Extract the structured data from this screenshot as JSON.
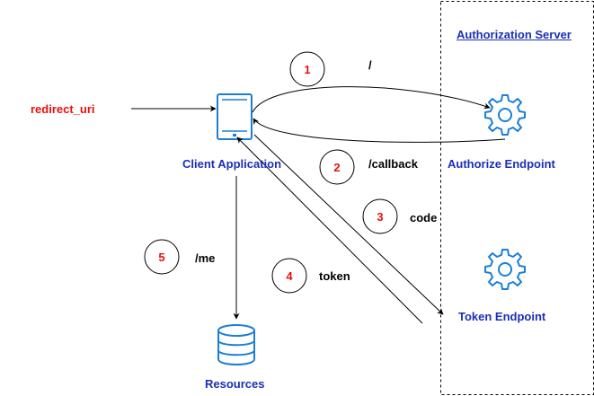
{
  "colors": {
    "label_blue": "#1a2fb8",
    "accent_red": "#e8100c",
    "icon_blue": "#1a7fd6",
    "line": "#000000"
  },
  "authorization_server": {
    "title": "Authorization Server",
    "authorize_endpoint_label": "Authorize Endpoint",
    "token_endpoint_label": "Token Endpoint"
  },
  "client": {
    "label": "Client Application",
    "redirect_uri_label": "redirect_uri"
  },
  "resources": {
    "label": "Resources"
  },
  "steps": [
    {
      "number": "1",
      "path": "/"
    },
    {
      "number": "2",
      "path": "/callback"
    },
    {
      "number": "3",
      "path": "code"
    },
    {
      "number": "4",
      "path": "token"
    },
    {
      "number": "5",
      "path": "/me"
    }
  ],
  "icons": {
    "client": "mobile-device-icon",
    "authorize_endpoint": "gear-icon",
    "token_endpoint": "gear-icon",
    "resources": "database-icon"
  }
}
